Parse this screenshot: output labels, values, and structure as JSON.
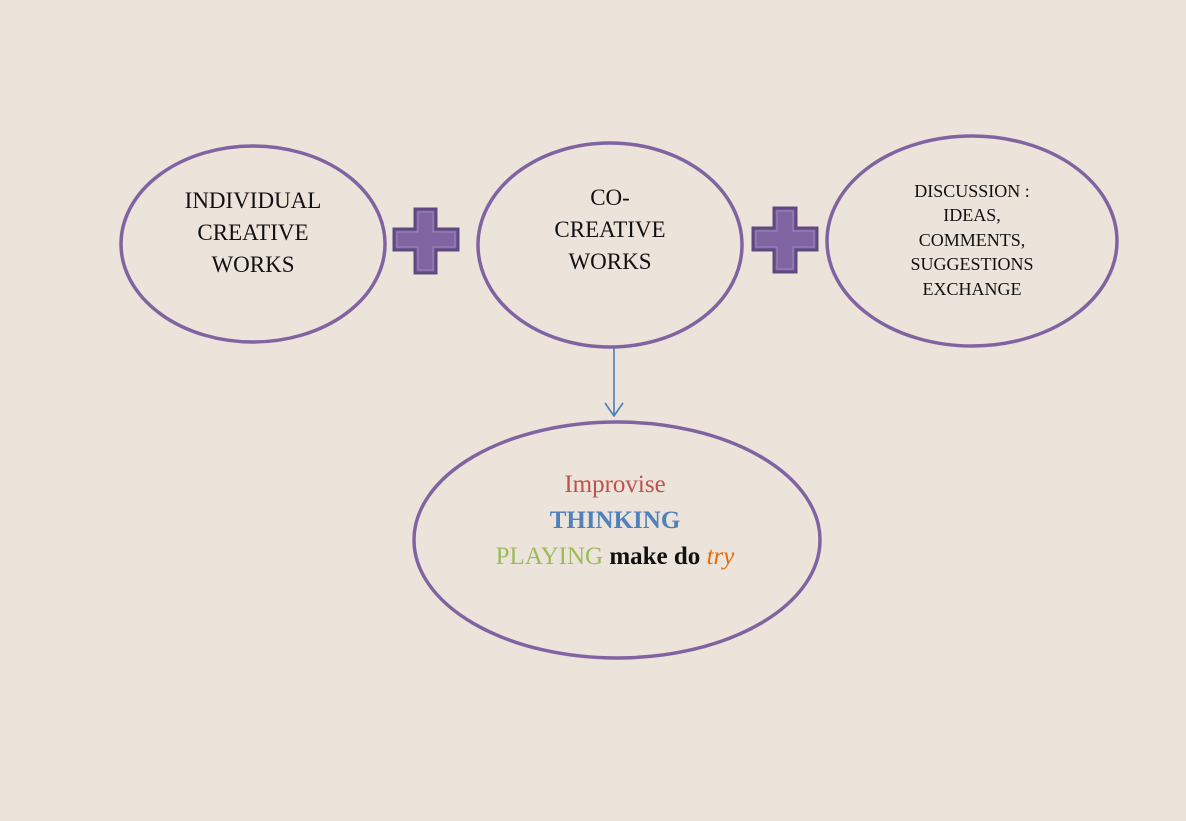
{
  "nodes": {
    "individual": {
      "lines": [
        "INDIVIDUAL",
        "CREATIVE",
        "WORKS"
      ]
    },
    "cocreative": {
      "lines": [
        "CO-",
        "CREATIVE",
        "WORKS"
      ]
    },
    "discussion": {
      "lines": [
        "DISCUSSION :",
        "IDEAS,",
        "COMMENTS,",
        "SUGGESTIONS",
        "EXCHANGE"
      ]
    }
  },
  "outcome": {
    "improvise": "Improvise",
    "thinking": "THINKING",
    "playing": "PLAYING",
    "make_do": "make do",
    "try": "try"
  },
  "colors": {
    "background": "#ece4da",
    "ellipse_stroke": "#8064a2",
    "plus_fill": "#8064a2",
    "plus_stroke": "#5f4a80",
    "arrow": "#4a7ebb",
    "improvise": "#c0504d",
    "thinking": "#4f81bd",
    "playing": "#9bbb59",
    "try": "#e36c09"
  }
}
